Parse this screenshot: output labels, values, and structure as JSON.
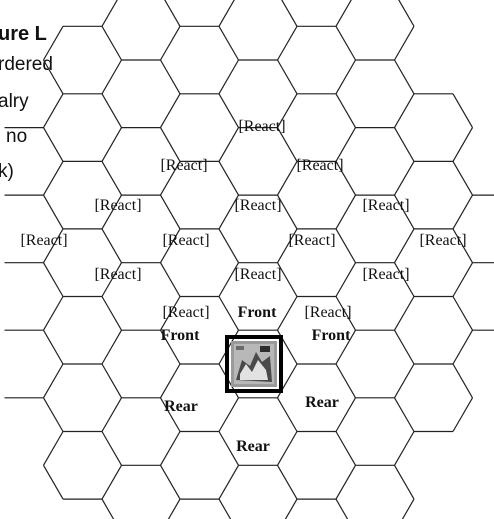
{
  "caption": {
    "title": "ure L",
    "lines": [
      "rdered",
      "alry",
      "no",
      "k)"
    ]
  },
  "labels": [
    {
      "id": "react-top",
      "text": "[React]",
      "bold": false
    },
    {
      "id": "react-r2-left",
      "text": "[React]",
      "bold": false
    },
    {
      "id": "react-r2-right",
      "text": "[React]",
      "bold": false
    },
    {
      "id": "react-r3-1",
      "text": "[React]",
      "bold": false
    },
    {
      "id": "react-r3-2",
      "text": "[React]",
      "bold": false
    },
    {
      "id": "react-r3-3",
      "text": "[React]",
      "bold": false
    },
    {
      "id": "react-r4-1",
      "text": "[React]",
      "bold": false
    },
    {
      "id": "react-r4-2",
      "text": "[React]",
      "bold": false
    },
    {
      "id": "react-r4-3",
      "text": "[React]",
      "bold": false
    },
    {
      "id": "react-r4-4",
      "text": "[React]",
      "bold": false
    },
    {
      "id": "react-r5-1",
      "text": "[React]",
      "bold": false
    },
    {
      "id": "react-r5-2",
      "text": "[React]",
      "bold": false
    },
    {
      "id": "react-r5-3",
      "text": "[React]",
      "bold": false
    },
    {
      "id": "react-r6-left",
      "text": "[React]",
      "bold": false
    },
    {
      "id": "react-r6-right",
      "text": "[React]",
      "bold": false
    },
    {
      "id": "front-center",
      "text": "Front",
      "bold": true
    },
    {
      "id": "front-left",
      "text": "Front",
      "bold": true
    },
    {
      "id": "front-right",
      "text": "Front",
      "bold": true
    },
    {
      "id": "rear-left",
      "text": "Rear",
      "bold": true
    },
    {
      "id": "rear-right",
      "text": "Rear",
      "bold": true
    },
    {
      "id": "rear-bottom",
      "text": "Rear",
      "bold": true
    }
  ],
  "unit_counter": {
    "icon": "cavalry-unit-icon",
    "border_color": "#000000",
    "fill_color": "#9a9a9a"
  }
}
